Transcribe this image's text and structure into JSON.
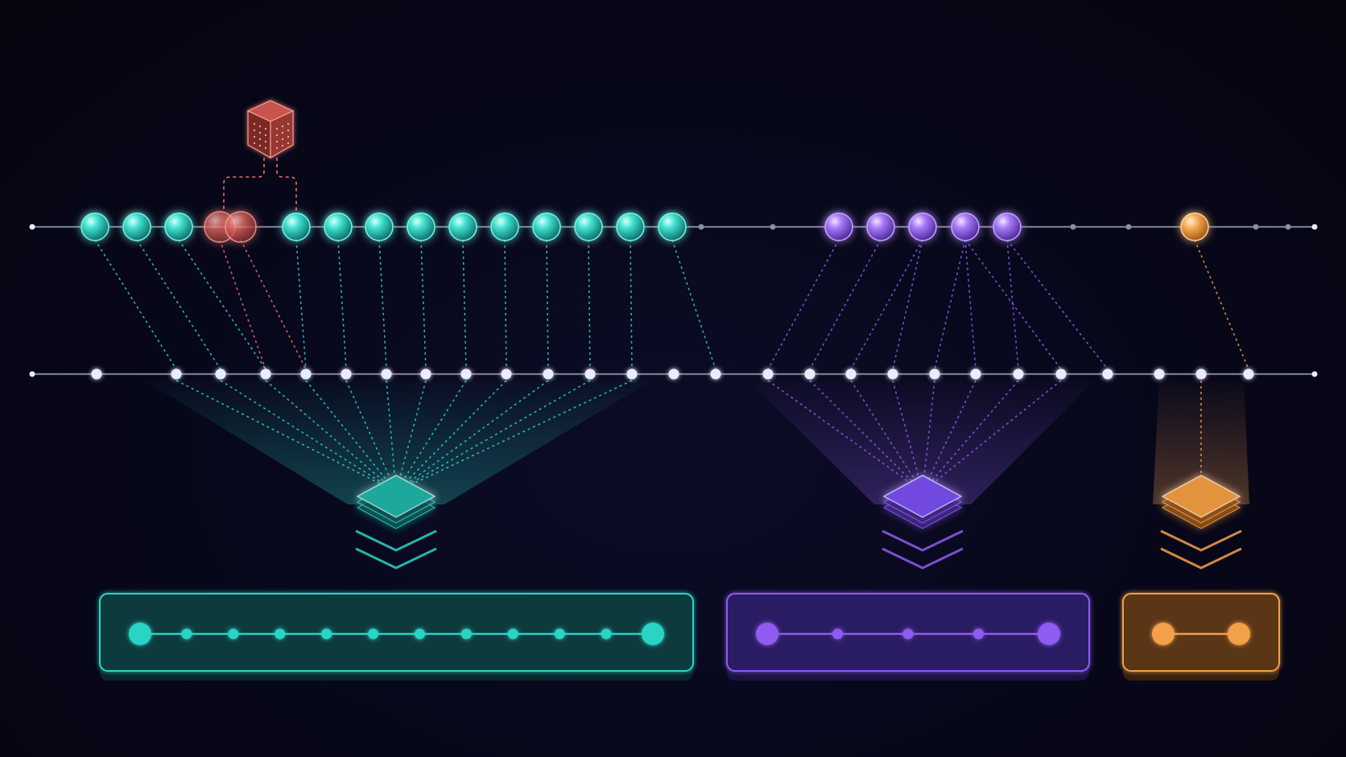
{
  "diagram": {
    "kind": "sequence-packing",
    "colors": {
      "background": "#07071a",
      "track": "#8a8fa3",
      "teal": "#2ad4c4",
      "purple": "#8e5cf0",
      "orange": "#f2a04a",
      "rejected": "#f0706a",
      "junction": "#e9ecff"
    },
    "icons": {
      "source_block": "cube-icon",
      "packer": "stacked-tile-icon",
      "flow": "double-chevron-down-icon"
    },
    "top_track": {
      "teal_tokens": 13,
      "rejected_tokens": 2,
      "purple_tokens": 5,
      "orange_tokens": 1,
      "empty_slots": 6
    },
    "bottom_track": {
      "junction_nodes": 27
    },
    "groups": [
      {
        "id": "teal",
        "color_key": "teal",
        "output_nodes": 12
      },
      {
        "id": "purple",
        "color_key": "purple",
        "output_nodes": 5
      },
      {
        "id": "orange",
        "color_key": "orange",
        "output_nodes": 2
      }
    ]
  }
}
